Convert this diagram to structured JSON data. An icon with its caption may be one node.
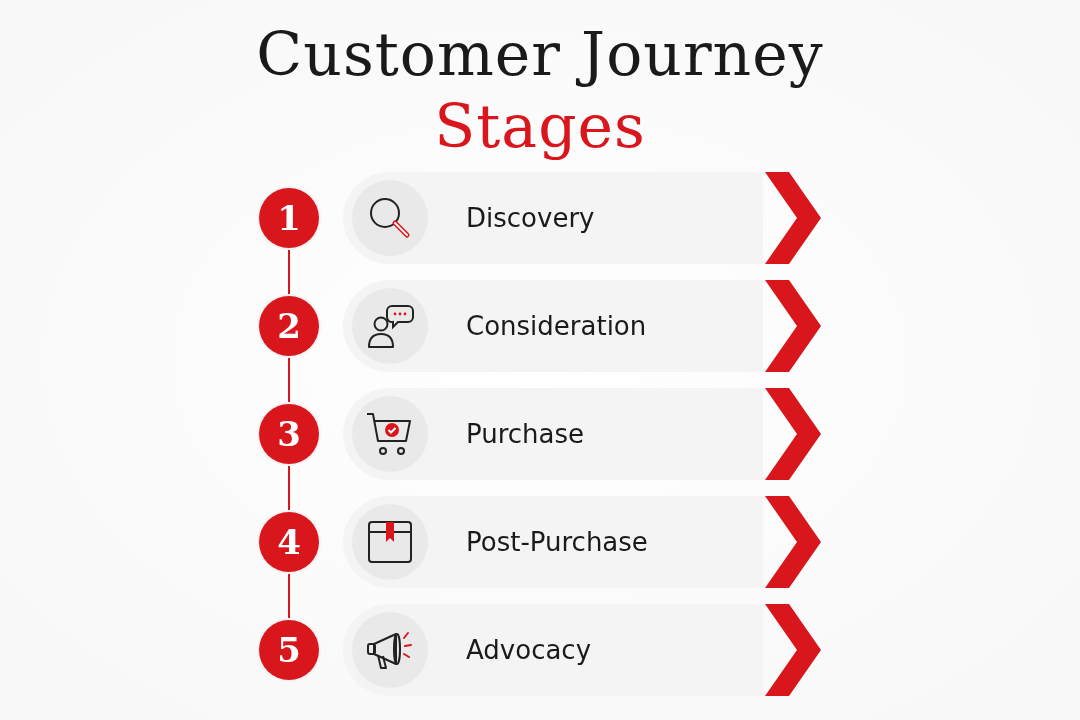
{
  "diagram": {
    "title": "Customer Journey Stages",
    "nodes": [
      {
        "text": [
          "1"
        ]
      },
      {
        "text": [
          "Discovery"
        ]
      },
      {
        "text": [
          "2"
        ]
      },
      {
        "text": [
          "Consideration"
        ]
      },
      {
        "text": [
          "3"
        ]
      },
      {
        "text": [
          "Purchase"
        ]
      },
      {
        "text": [
          "4"
        ]
      },
      {
        "text": [
          "Post-Purchase"
        ]
      },
      {
        "text": [
          "5"
        ]
      },
      {
        "text": [
          "Advocacy"
        ]
      }
    ],
    "edges": [
      {
        "from": 0,
        "to": 2,
        "arrow": "none"
      },
      {
        "from": 2,
        "to": 4,
        "arrow": "none"
      },
      {
        "from": 4,
        "to": 6,
        "arrow": "none"
      },
      {
        "from": 6,
        "to": 8,
        "arrow": "none"
      }
    ]
  }
}
